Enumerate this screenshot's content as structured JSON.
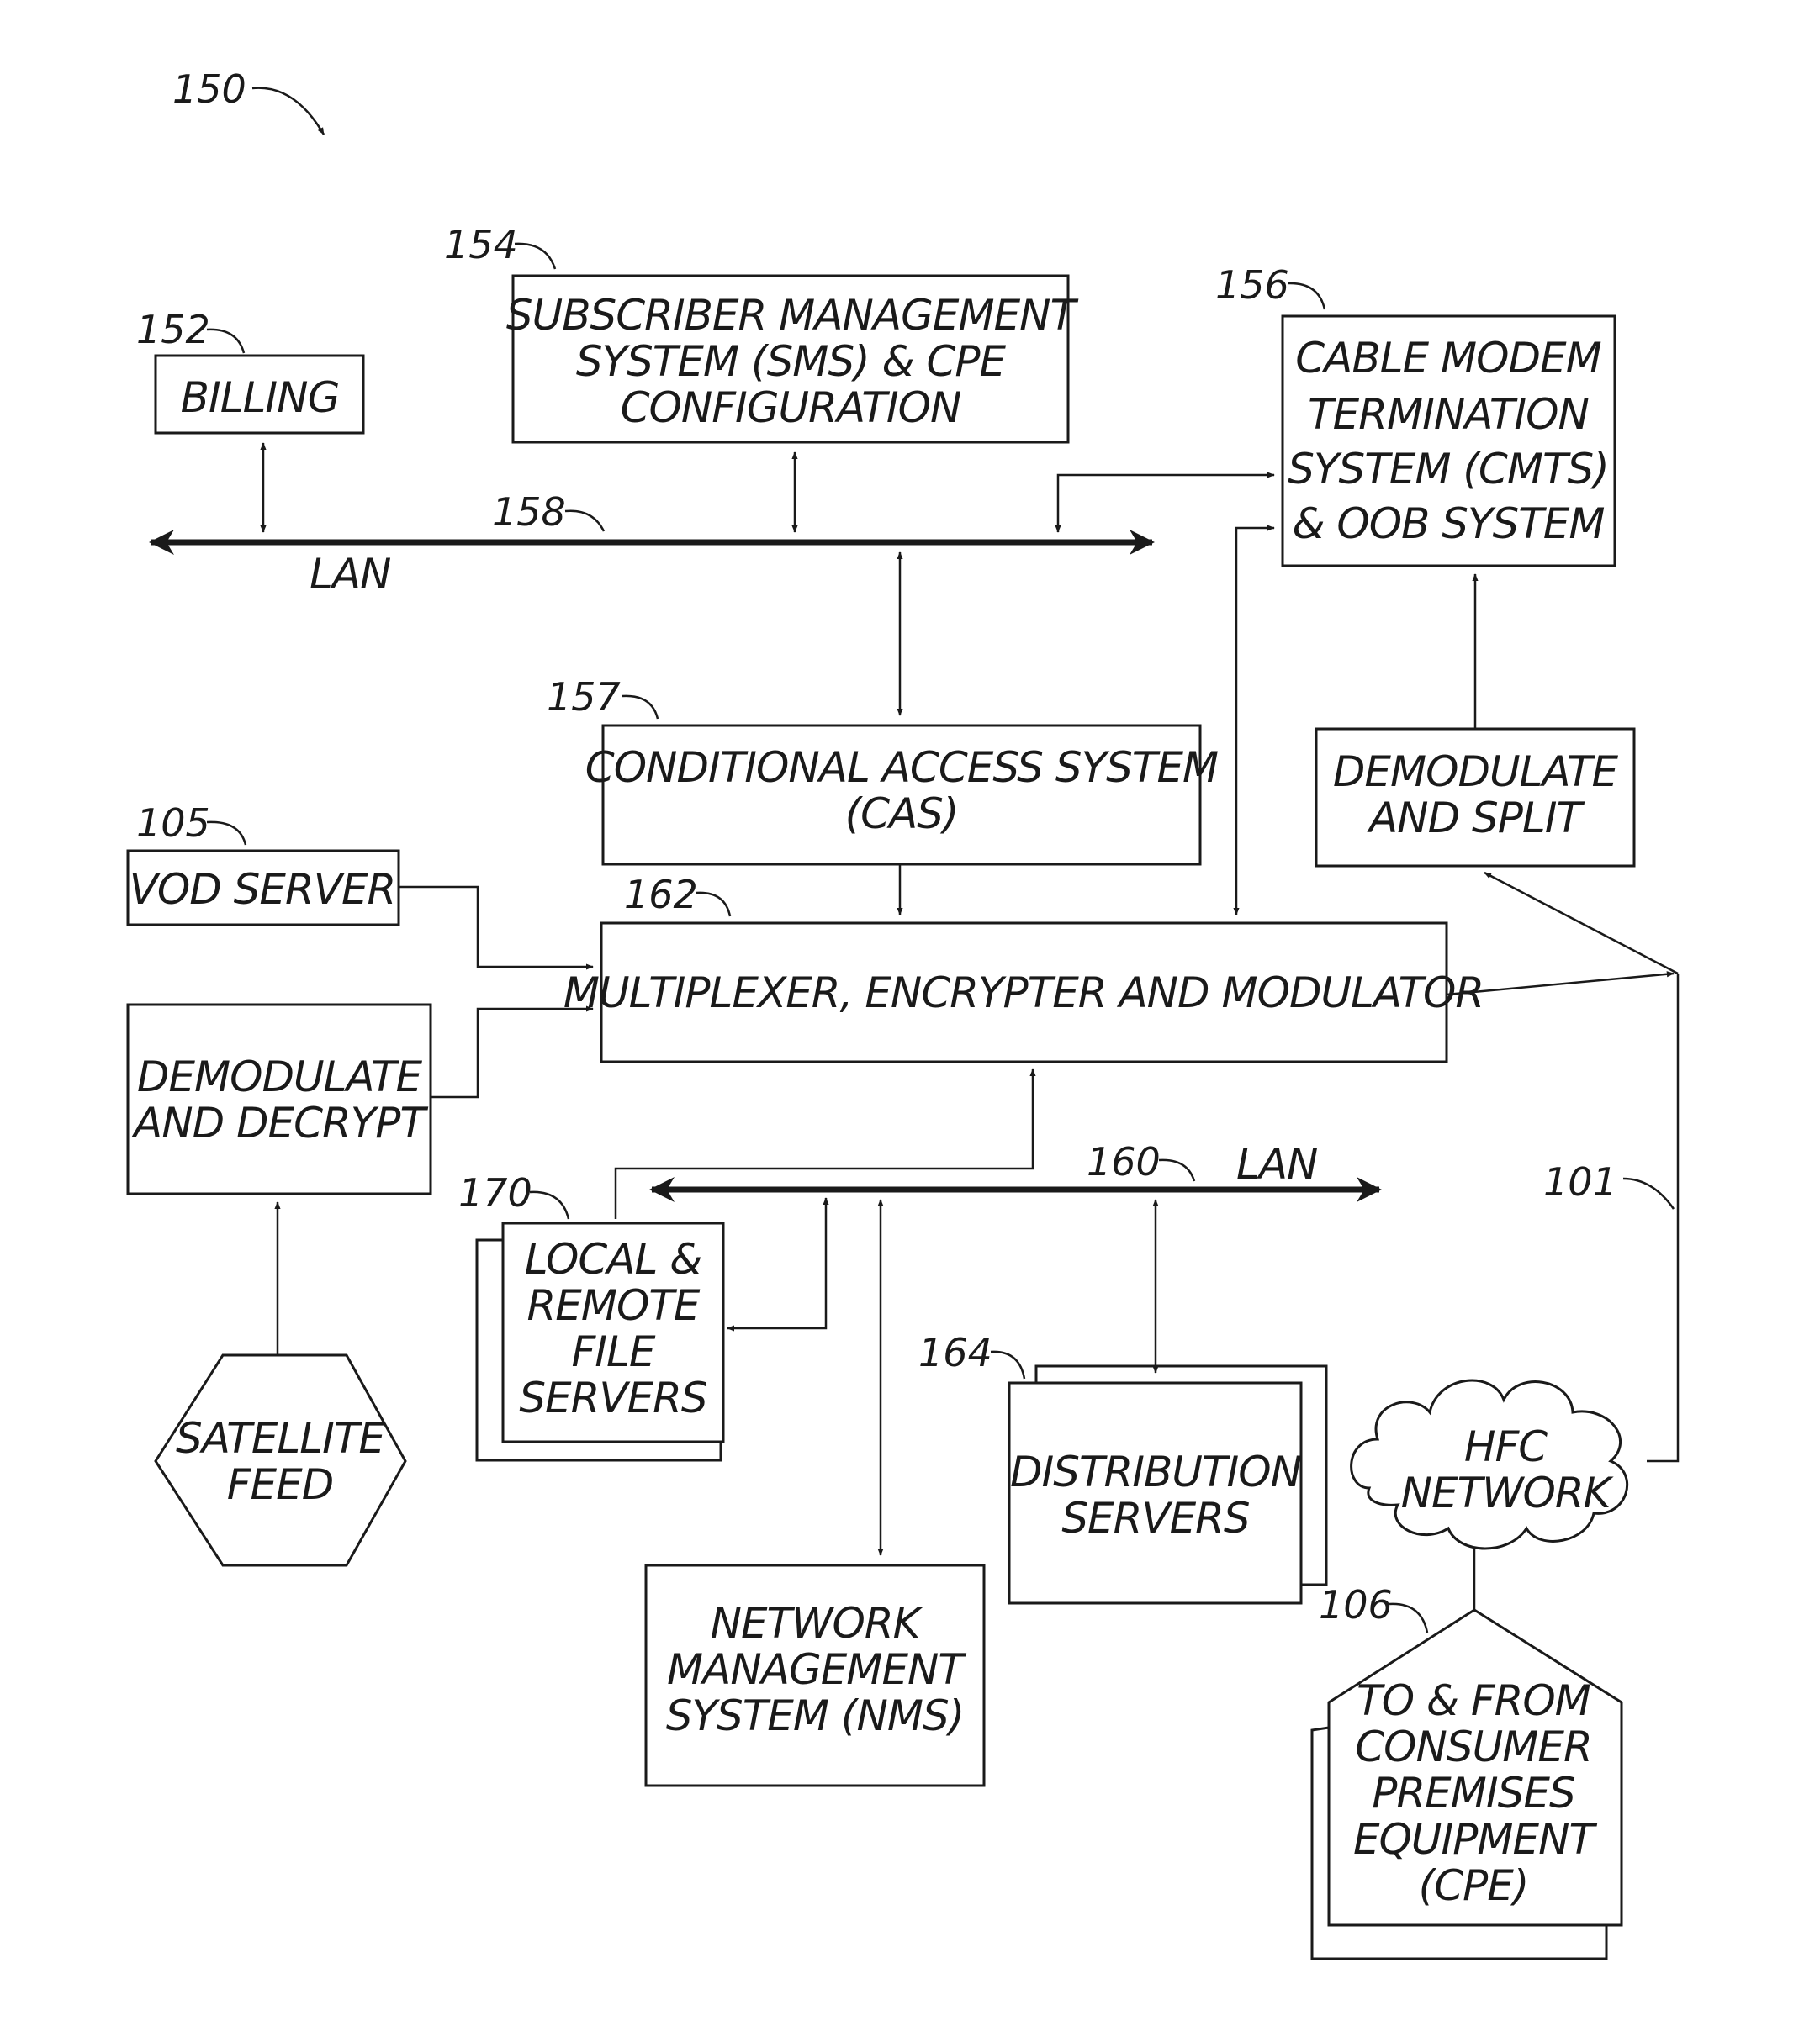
{
  "figure": {
    "ref": "150"
  },
  "blocks": {
    "billing": {
      "ref": "152",
      "lines": [
        "BILLING"
      ]
    },
    "sms": {
      "ref": "154",
      "lines": [
        "SUBSCRIBER MANAGEMENT",
        "SYSTEM (SMS) & CPE",
        "CONFIGURATION"
      ]
    },
    "cmts": {
      "ref": "156",
      "lines": [
        "CABLE MODEM",
        "TERMINATION",
        "SYSTEM (CMTS)",
        "& OOB SYSTEM"
      ]
    },
    "cas": {
      "ref": "157",
      "lines": [
        "CONDITIONAL ACCESS SYSTEM",
        "(CAS)"
      ]
    },
    "demod_split": {
      "lines": [
        "DEMODULATE",
        "AND SPLIT"
      ]
    },
    "vod": {
      "ref": "105",
      "lines": [
        "VOD SERVER"
      ]
    },
    "mux": {
      "ref": "162",
      "lines": [
        "MULTIPLEXER, ENCRYPTER AND MODULATOR"
      ]
    },
    "demod_decrypt": {
      "lines": [
        "DEMODULATE",
        "AND DECRYPT"
      ]
    },
    "file_servers": {
      "ref": "170",
      "lines": [
        "LOCAL &",
        "REMOTE",
        "FILE",
        "SERVERS"
      ]
    },
    "distribution": {
      "ref": "164",
      "lines": [
        "DISTRIBUTION",
        "SERVERS"
      ]
    },
    "satellite": {
      "lines": [
        "SATELLITE",
        "FEED"
      ]
    },
    "nms": {
      "lines": [
        "NETWORK",
        "MANAGEMENT",
        "SYSTEM (NMS)"
      ]
    },
    "hfc": {
      "lines": [
        "HFC",
        "NETWORK"
      ]
    },
    "cpe": {
      "ref": "106",
      "lines": [
        "TO & FROM",
        "CONSUMER",
        "PREMISES",
        "EQUIPMENT",
        "(CPE)"
      ]
    }
  },
  "buses": {
    "lan_top": {
      "ref": "158",
      "label": "LAN"
    },
    "lan_bottom": {
      "ref": "160",
      "label": "LAN"
    }
  },
  "links": {
    "hfc_link": {
      "ref": "101"
    }
  }
}
